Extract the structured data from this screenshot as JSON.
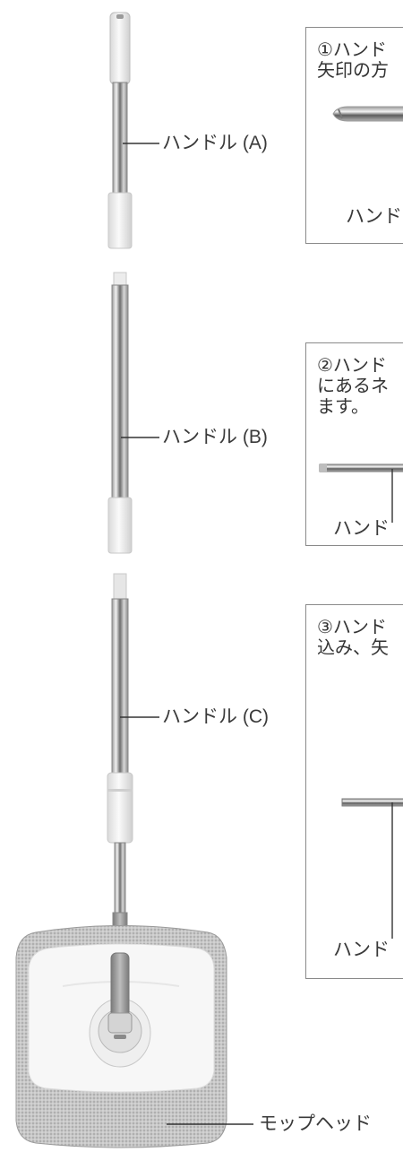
{
  "parts": {
    "handle_a": "ハンドル (A)",
    "handle_b": "ハンドル (B)",
    "handle_c": "ハンドル (C)",
    "mop_head": "モップヘッド"
  },
  "steps": [
    {
      "text": "①ハンド\n矢印の方",
      "caption": "ハンド"
    },
    {
      "text": "②ハンド\nにあるネ\nます。",
      "caption": "ハンド"
    },
    {
      "text": "③ハンド\n込み、矢",
      "caption": "ハンド"
    }
  ]
}
